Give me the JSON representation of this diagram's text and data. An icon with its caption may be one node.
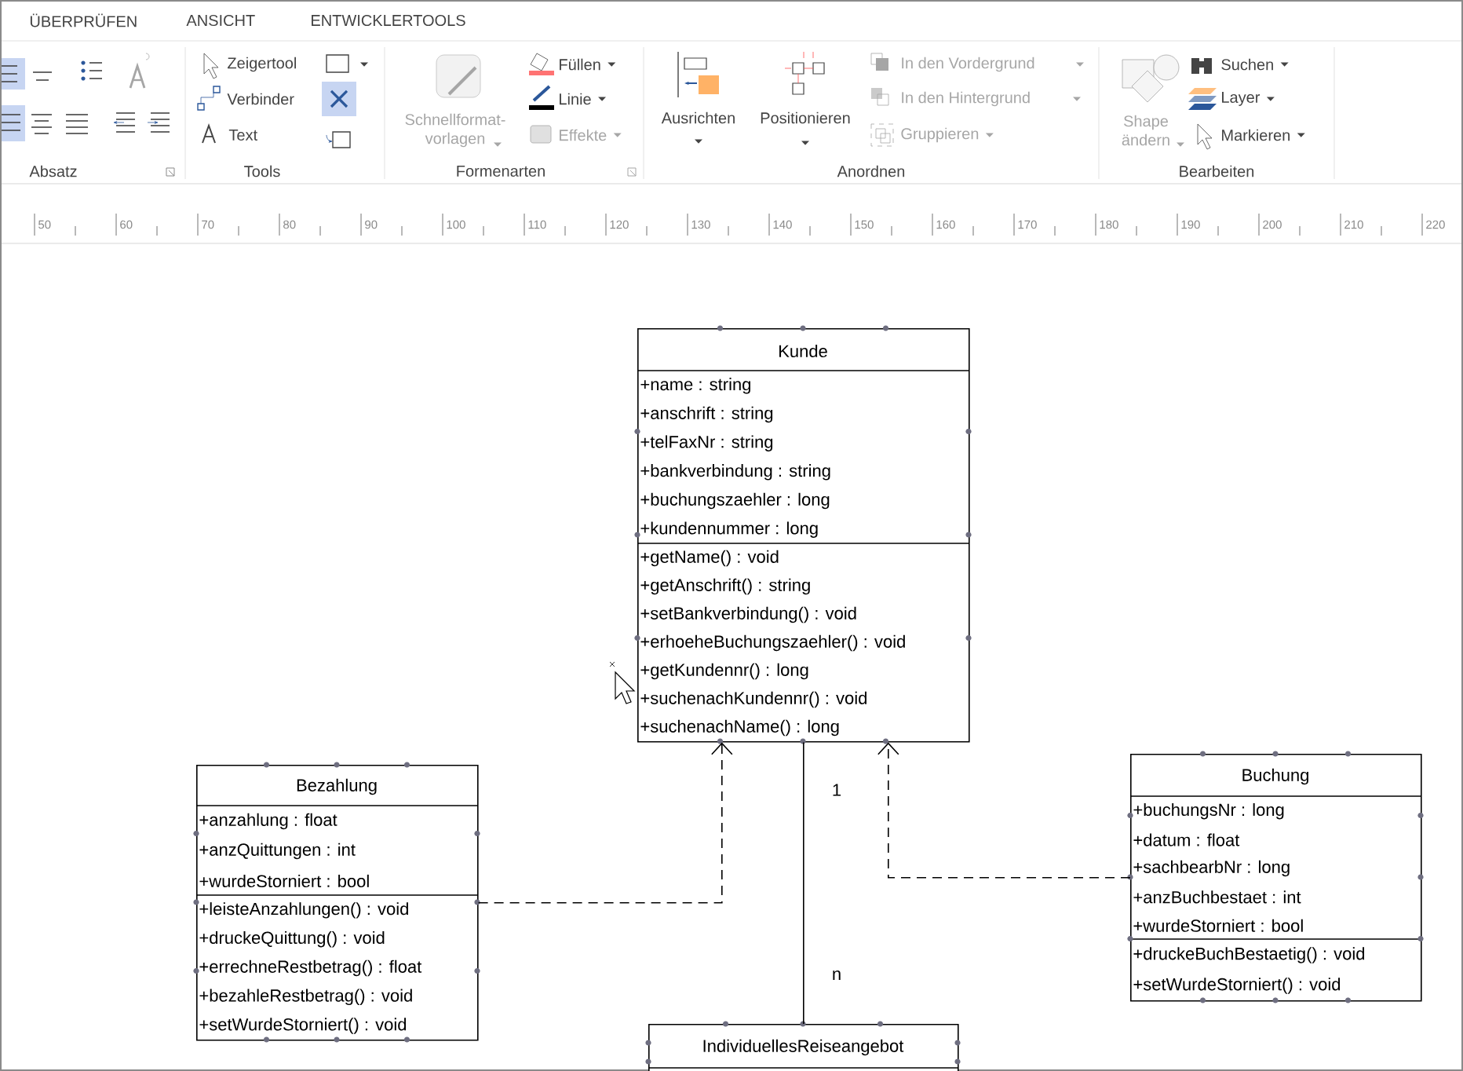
{
  "diagram": {
    "nodes": [
      {
        "text": [
          "Kunde",
          "+name : string",
          "+anschrift : string",
          "+telFaxNr : string",
          "+bankverbindung : string",
          "+buchungszaehler : long",
          "+kundennummer : long",
          "+getName() : void",
          "+getAnschrift() : string",
          "+setBankverbindung() : void",
          "+erhoeheBuchungszaehler() : void",
          "+getKundennr() : long",
          "+suchenachKundennr() : void",
          "+suchenachName() : long"
        ]
      },
      {
        "text": [
          "Bezahlung",
          "+anzahlung : float",
          "+anzQuittungen : int",
          "+wurdeStorniert : bool",
          "+leisteAnzahlungen() : void",
          "+druckeQuittung() : void",
          "+errechneRestbetrag() : float",
          "+bezahleRestbetrag() : void",
          "+setWurdeStorniert() : void"
        ]
      },
      {
        "text": [
          "Buchung",
          "+buchungsNr : long",
          "+datum : float",
          "+sachbearbNr : long",
          "+anzBuchbestaet : int",
          "+wurdeStorniert : bool",
          "+druckeBuchBestaetig() : void",
          "+setWurdeStorniert() : void"
        ]
      },
      {
        "text": [
          "IndividuellesReiseangebot"
        ]
      }
    ],
    "edges": [
      {
        "from": 1,
        "to": 0,
        "arrow": "to",
        "style": "dashed"
      },
      {
        "from": 2,
        "to": 0,
        "arrow": "to",
        "style": "dashed"
      },
      {
        "from": 0,
        "to": 3,
        "arrow": "none"
      }
    ],
    "labels": [
      "ÜBERPRÜFEN",
      "ANSICHT",
      "ENTWICKLERTOOLS",
      "Zeigertool",
      "Verbinder",
      "Text",
      "Schnellformat- vorlagen",
      "Füllen",
      "Linie",
      "Effekte",
      "Ausrichten",
      "Positionieren",
      "In den Vordergrund",
      "In den Hintergrund",
      "Gruppieren",
      "Shape ändern",
      "Suchen",
      "Layer",
      "Markieren",
      "Absatz",
      "Tools",
      "Formenarten",
      "Anordnen",
      "Bearbeiten",
      "50",
      "60",
      "70",
      "80",
      "90",
      "100",
      "110",
      "120",
      "130",
      "140",
      "150",
      "160",
      "170",
      "180",
      "190",
      "200",
      "210",
      "220",
      "1",
      "n"
    ]
  }
}
